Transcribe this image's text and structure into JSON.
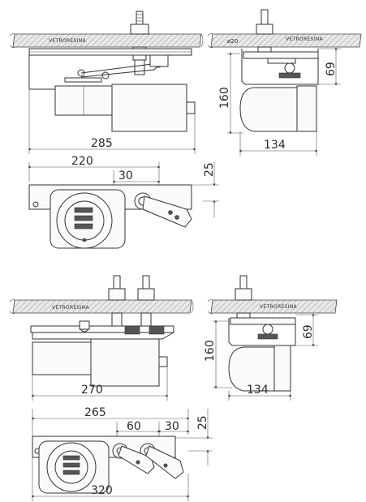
{
  "labels": {
    "hull": "VETRORESINA",
    "diameter": "ø20"
  },
  "top_unit": {
    "width_285": "285",
    "width_220": "220",
    "offset_30": "30",
    "height_25": "25",
    "side_height_160": "160",
    "side_height_69": "69",
    "side_width_134": "134"
  },
  "bottom_unit": {
    "width_270": "270",
    "width_265": "265",
    "offset_60": "60",
    "offset_30": "30",
    "height_25": "25",
    "width_320": "320",
    "side_height_160": "160",
    "side_height_69": "69",
    "side_width_134": "134"
  }
}
